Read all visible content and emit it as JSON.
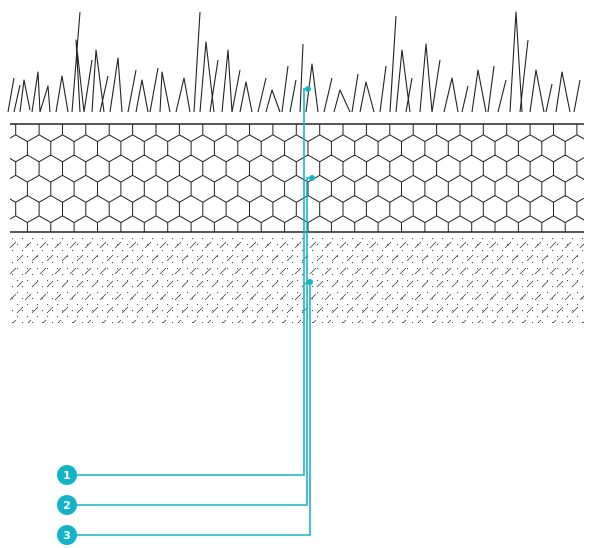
{
  "colors": {
    "accent": "#14b4c8",
    "line": "#222222",
    "background": "#ffffff"
  },
  "layers": [
    {
      "id": "grass",
      "kind": "grass"
    },
    {
      "id": "gravel",
      "kind": "hexagon-pattern"
    },
    {
      "id": "subsoil",
      "kind": "dotted-hatch"
    }
  ],
  "callouts": [
    {
      "number": "1",
      "points_to": "grass"
    },
    {
      "number": "2",
      "points_to": "gravel"
    },
    {
      "number": "3",
      "points_to": "subsoil"
    }
  ]
}
